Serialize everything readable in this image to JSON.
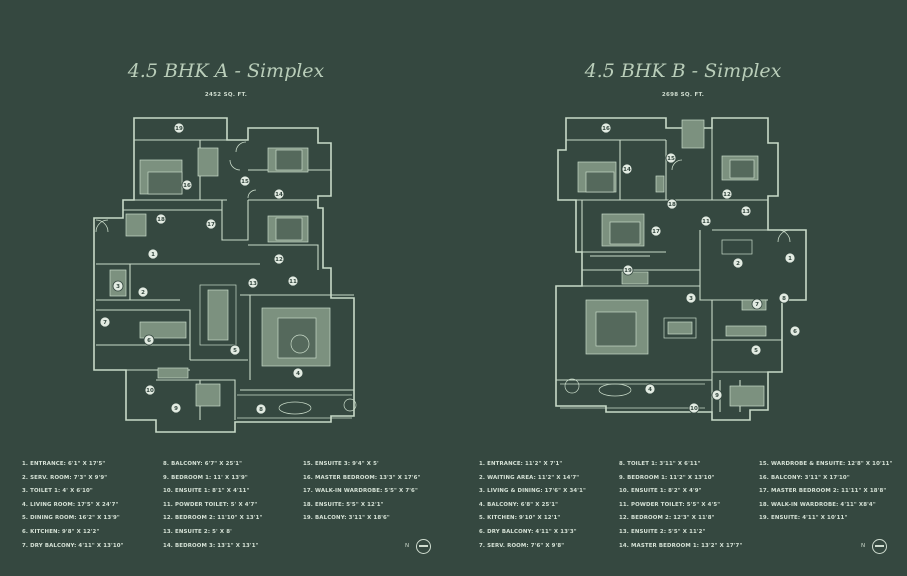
{
  "plan_a": {
    "title": "4.5 BHK A - Simplex",
    "area": "2452 SQ. FT.",
    "room_numbers": [
      "1",
      "2",
      "3",
      "4",
      "5",
      "6",
      "7",
      "8",
      "9",
      "10",
      "11",
      "12",
      "13",
      "14",
      "15",
      "16",
      "17",
      "18",
      "19"
    ],
    "legend": [
      "1. ENTRANCE: 6'1\" X 17'5\"",
      "2. SERV. ROOM: 7'3\" X 9'9\"",
      "3. TOILET 1: 4' X 6'10\"",
      "4. LIVING ROOM: 17'5\" X 24'7\"",
      "5. DINING ROOM: 16'2\" X 13'9\"",
      "6. KITCHEN: 9'8\" X 12'2\"",
      "7. DRY BALCONY: 4'11\" X 13'10\"",
      "8. BALCONY: 6'7\" X 25'1\"",
      "9. BEDROOM 1: 11' X 13'9\"",
      "10. ENSUITE 1: 8'1\" X 4'11\"",
      "11. POWDER TOILET: 5' X 4'7\"",
      "12. BEDROOM 2: 11'10\" X 13'1\"",
      "13. ENSUITE 2: 5' X 8'",
      "14. BEDROOM 3: 13'1\" X 13'1\"",
      "15. ENSUITE 3: 9'4\" X 5'",
      "16. MASTER BEDROOM: 13'3\" X 17'6\"",
      "17. WALK-IN WARDROBE: 5'5\" X 7'6\"",
      "18. ENSUITE: 5'5\" X 12'1\"",
      "19. BALCONY: 3'11\" X 18'6\""
    ]
  },
  "plan_b": {
    "title": "4.5 BHK B - Simplex",
    "area": "2698 SQ. FT.",
    "room_numbers": [
      "1",
      "2",
      "3",
      "4",
      "5",
      "6",
      "7",
      "8",
      "9",
      "10",
      "11",
      "12",
      "13",
      "14",
      "15",
      "16",
      "17",
      "18",
      "19"
    ],
    "legend": [
      "1. ENTRANCE: 11'2\" X 7'1\"",
      "2. WAITING AREA: 11'2\" X 14'7\"",
      "3. LIVING & DINING: 17'6\" X 34'1\"",
      "4. BALCONY: 6'8\" X 25'1\"",
      "5. KITCHEN: 9'10\" X 12'1\"",
      "6. DRY BALCONY: 4'11\" X 13'3\"",
      "7. SERV. ROOM: 7'6\" X 9'8\"",
      "8. TOILET 1: 3'11\" X 6'11\"",
      "9. BEDROOM 1: 11'2\" X 13'10\"",
      "10. ENSUITE 1: 8'2\" X 4'9\"",
      "11. POWDER TOILET: 5'5\" X 4'5\"",
      "12. BEDROOM 2: 12'3\" X 11'8\"",
      "13. ENSUITE 2: 5'5\" X 11'2\"",
      "14. MASTER BEDROOM 1: 13'2\" X 17'7\"",
      "15. WARDROBE & ENSUITE: 12'8\" X 10'11\"",
      "16. BALCONY: 3'11\" X 17'10\"",
      "17. MASTER BEDROOM 2: 11'11\" X 18'8\"",
      "18. WALK-IN WARDROBE: 4'11\" X8'4\"",
      "19. ENSUITE: 4'11\" X 10'11\""
    ]
  },
  "north_label": "N",
  "colors": {
    "background": "#354840",
    "lines": "#c8dac8",
    "furniture": "#7c917f"
  }
}
